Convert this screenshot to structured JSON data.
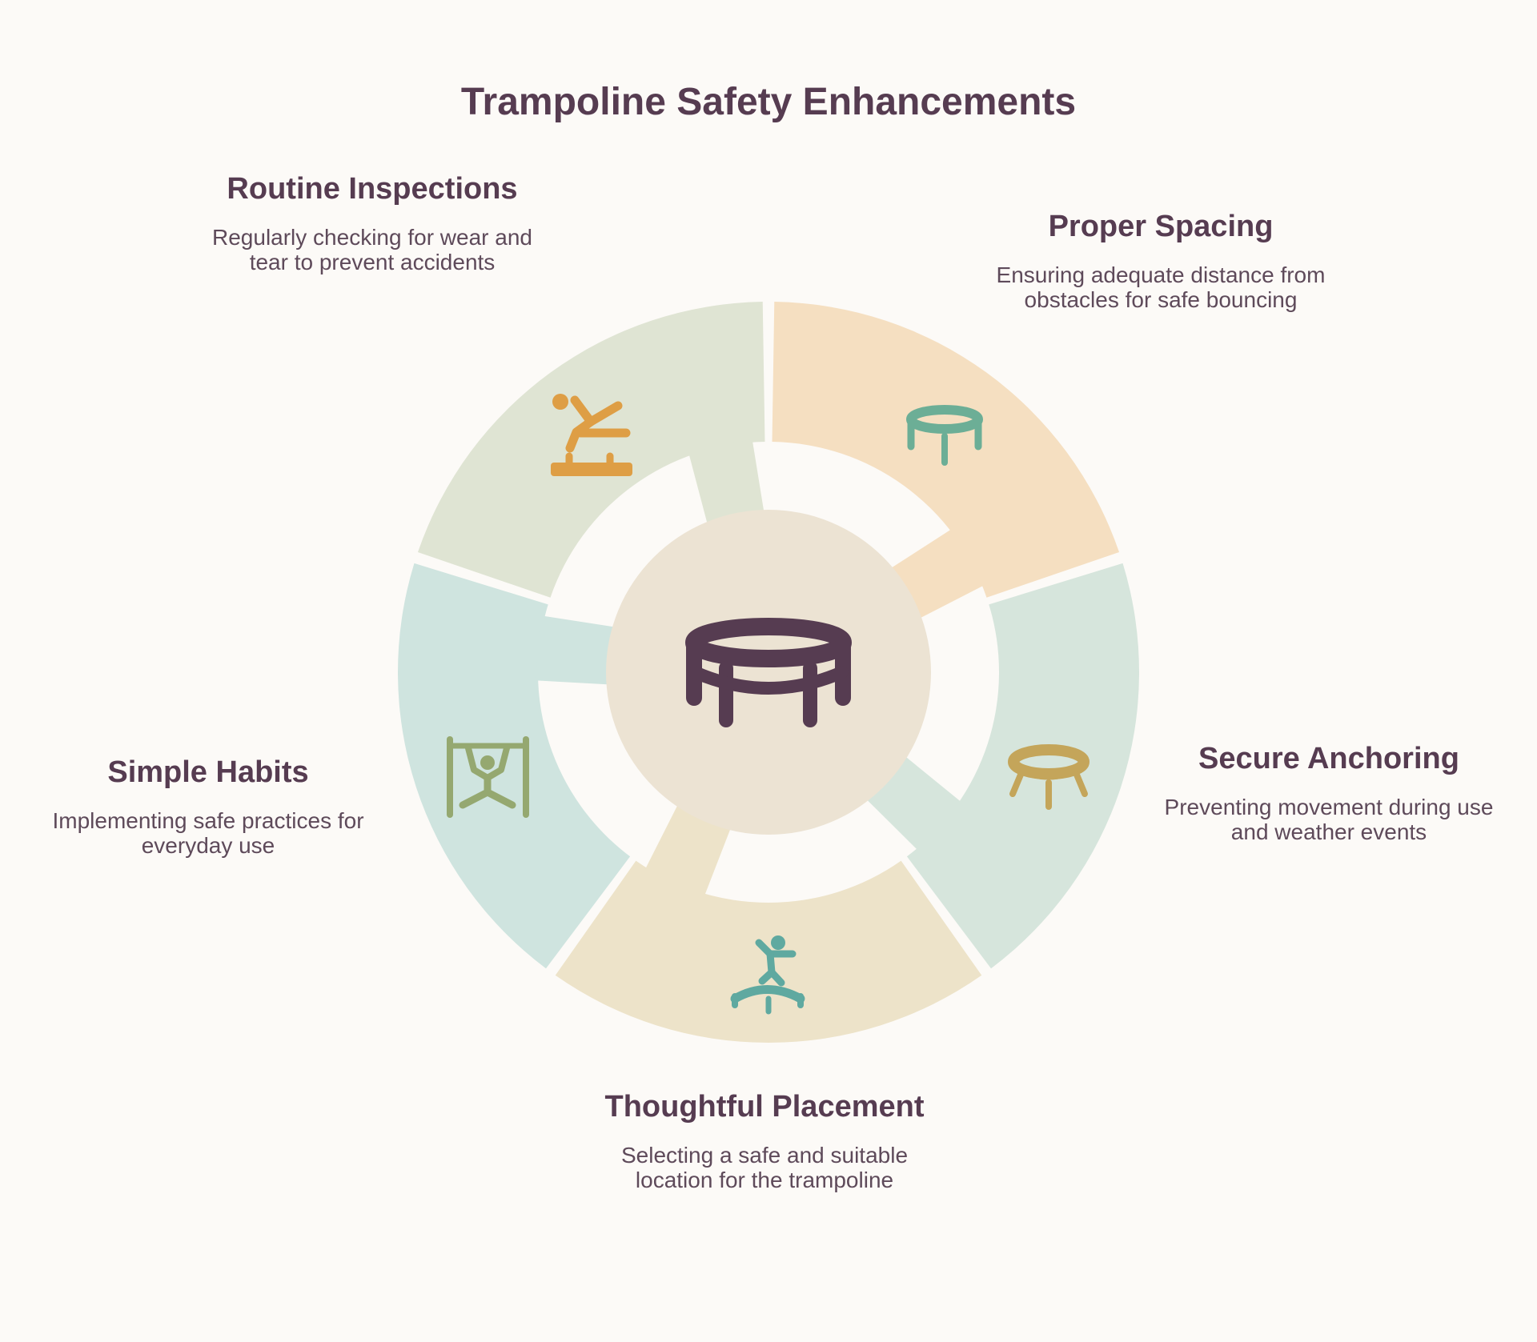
{
  "title": "Trampoline Safety Enhancements",
  "center": {
    "icon": "trampoline-icon",
    "color": "#563c51",
    "fill": "#ece3d3"
  },
  "segments": [
    {
      "id": "routine",
      "title": "Routine Inspections",
      "description": "Regularly checking for wear and tear to prevent accidents",
      "icon": "gymnast-on-beam-icon",
      "fill": "#f5dfc1",
      "icon_color": "#de9e45"
    },
    {
      "id": "spacing",
      "title": "Proper Spacing",
      "description": "Ensuring adequate distance from obstacles for safe bouncing",
      "icon": "trampoline-icon",
      "fill": "#d6e5dc",
      "icon_color": "#6cae96"
    },
    {
      "id": "anchor",
      "title": "Secure Anchoring",
      "description": "Preventing movement during use and weather events",
      "icon": "trampoline-with-angled-legs-icon",
      "fill": "#ede3c9",
      "icon_color": "#c4a55a"
    },
    {
      "id": "placement",
      "title": "Thoughtful Placement",
      "description": "Selecting a safe and suitable location for the trampoline",
      "icon": "person-jumping-on-trampoline-icon",
      "fill": "#cfe4df",
      "icon_color": "#5fa9a0"
    },
    {
      "id": "habits",
      "title": "Simple Habits",
      "description": "Implementing safe practices for everyday use",
      "icon": "person-on-pull-up-bar-icon",
      "fill": "#dfe4d3",
      "icon_color": "#95a870"
    }
  ]
}
